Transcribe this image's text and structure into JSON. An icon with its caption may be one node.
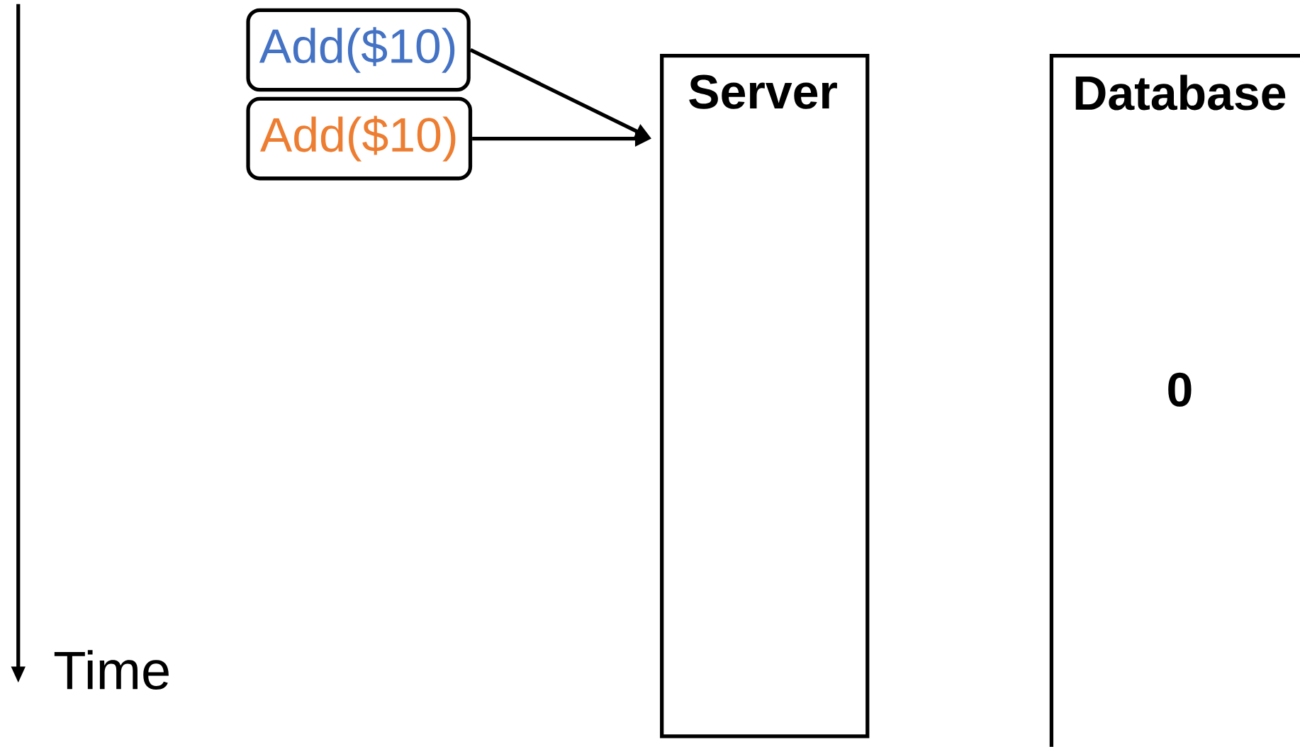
{
  "diagram": {
    "nodes": [
      {
        "text": [
          "Add($10)"
        ]
      },
      {
        "text": [
          "Add($10)"
        ]
      },
      {
        "text": [
          "Server"
        ]
      },
      {
        "text": [
          "Database",
          "0"
        ]
      }
    ],
    "edges": [
      {
        "from": 0,
        "to": 2,
        "arrow": "to"
      },
      {
        "from": 1,
        "to": 2,
        "arrow": "to"
      }
    ],
    "labels": [
      "Time"
    ]
  }
}
